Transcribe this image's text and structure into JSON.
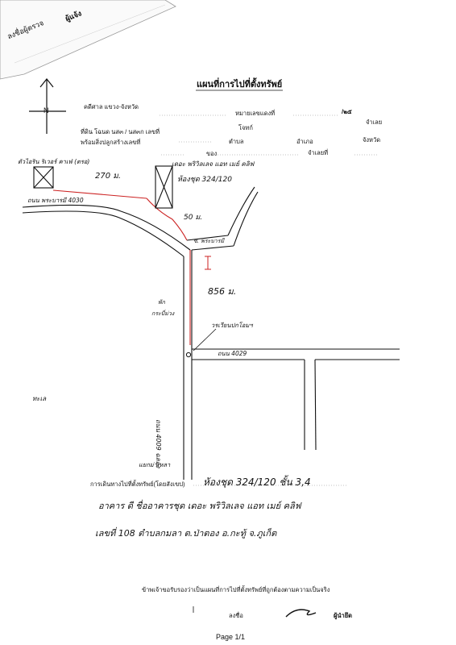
{
  "document": {
    "title": "แผนที่การไปที่ตั้งทรัพย์",
    "page_label": "Page 1/1"
  },
  "top_strip": {
    "text_a": "ลงชื่อผู้ตรวจ",
    "text_b": "ผู้แจ้ง"
  },
  "header": {
    "line1_a": "คดีศาล แขวง-จังหวัด",
    "line1_b": "หมายเลขแดงที่",
    "line1_num": "/๒๕",
    "line1_c": "จำเลย",
    "line2_a": "โจทก์",
    "line3_a": "ที่ดิน โฉนด  นส๓ / นส๓ก  เลขที่",
    "line3_b": "ตำบล",
    "line3_c": "อำเภอ",
    "line3_d": "จังหวัด",
    "line4_a": "พร้อมสิ่งปลูกสร้างเลขที่",
    "line4_b": "ของ",
    "line4_c": "จำเลยที่"
  },
  "compass": {
    "label": "N"
  },
  "map_labels": {
    "left_building": "ตัวไอริน ริเวอร์ คาเฟ่ (ตรอ)",
    "distance_1": "270 ม.",
    "condo_name": "เดอะ พริวิลเลจ แอท เมย์ คลิฟ",
    "condo_unit": "ห้องชุด 324/120",
    "road_top": "ถนน พระบารมี 4030",
    "distance_2": "50 ม.",
    "soi_label": "ซ. พระบารมี",
    "distance_3": "856 ม.",
    "left_note_1": "พัก",
    "left_note_2": "กระบี่ม่วง",
    "school": "วรเวียนปกโอมฯ",
    "road_right": "ถนน 4029",
    "road_vertical": "ถนน 4009 ฉลอง",
    "left_side": "ทะเล",
    "bottom_label": "แยกม่าเหลา"
  },
  "footer": {
    "route_label": "การเดินทางไปที่ตั้งทรัพย์(โดยสังเขป)",
    "route_text": "ห้องชุด 324/120  ชั้น 3,4",
    "line2": "อาคาร ดี   ชื่ออาคารชุด เดอะ พริวิลเลจ แอท เมย์ คลิฟ",
    "line3": "เลขที่ 108   ตำบลกมลา   ต.ป่าตอง   อ.กะทู้   จ.ภูเก็ต",
    "certify": "ข้าพเจ้าขอรับรองว่าเป็นแผนที่การไปที่ตั้งทรัพย์ที่ถูกต้องตามความเป็นจริง",
    "sign_label": "ลงชื่อ",
    "signer_role": "ผู้นำยึด"
  }
}
